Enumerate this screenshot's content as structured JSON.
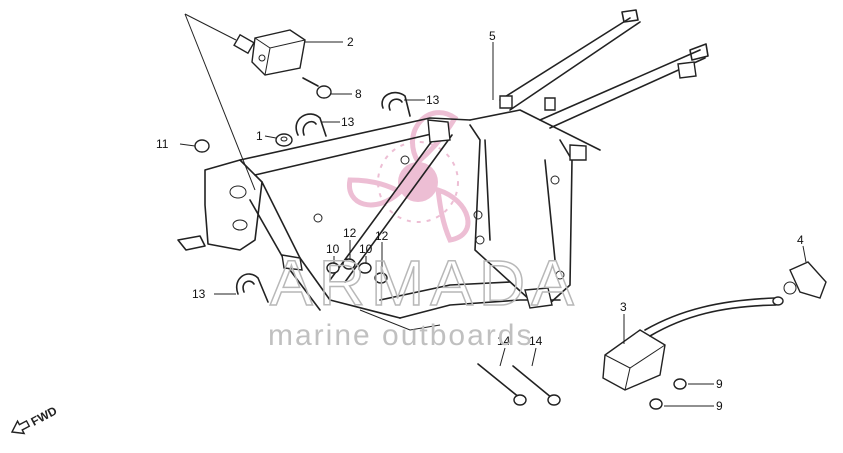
{
  "diagram": {
    "callouts": [
      {
        "id": "c2",
        "label": "2"
      },
      {
        "id": "c5",
        "label": "5"
      },
      {
        "id": "c8",
        "label": "8"
      },
      {
        "id": "c13a",
        "label": "13"
      },
      {
        "id": "c13b",
        "label": "13"
      },
      {
        "id": "c1",
        "label": "1"
      },
      {
        "id": "c11",
        "label": "11"
      },
      {
        "id": "c10a",
        "label": "10"
      },
      {
        "id": "c12a",
        "label": "12"
      },
      {
        "id": "c10b",
        "label": "10"
      },
      {
        "id": "c12b",
        "label": "12"
      },
      {
        "id": "c4",
        "label": "4"
      },
      {
        "id": "c13c",
        "label": "13"
      },
      {
        "id": "c3",
        "label": "3"
      },
      {
        "id": "c14a",
        "label": "14"
      },
      {
        "id": "c14b",
        "label": "14"
      },
      {
        "id": "c9a",
        "label": "9"
      },
      {
        "id": "c9b",
        "label": "9"
      }
    ],
    "fwd_label": "FWD"
  },
  "watermark": {
    "title": "ARMADA",
    "subtitle": "marine outboards",
    "color": "#e7a9c6"
  }
}
